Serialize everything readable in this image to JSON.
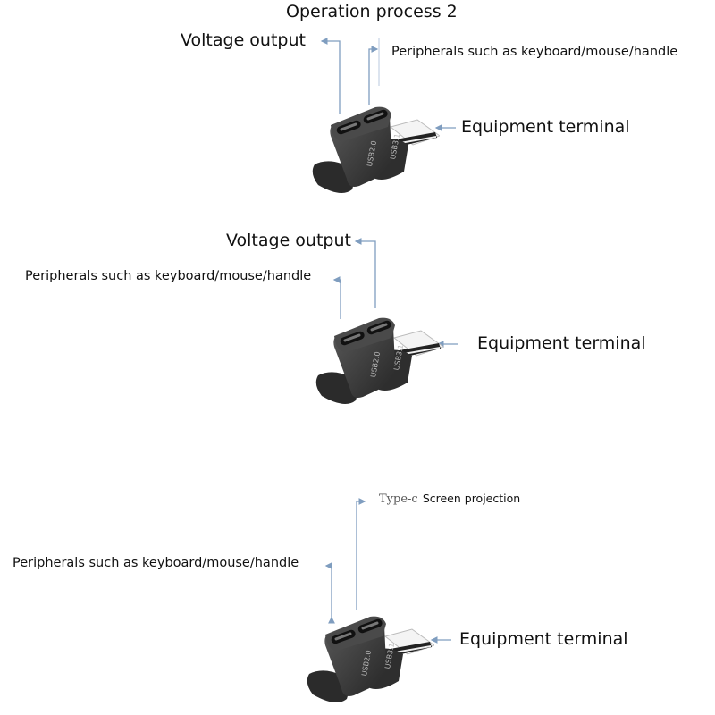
{
  "title": "Operation process 2",
  "colors": {
    "leader_line": "#7f9dbf",
    "device_body": "#3a3a3a",
    "text": "#111111"
  },
  "device": {
    "port_left_label": "USB2.0",
    "port_right_label": "USB3.1"
  },
  "diagrams": [
    {
      "labels": {
        "voltage_output": "Voltage output",
        "peripherals": "Peripherals such as keyboard/mouse/handle",
        "equipment_terminal": "Equipment terminal"
      }
    },
    {
      "labels": {
        "voltage_output": "Voltage output",
        "peripherals": "Peripherals such as keyboard/mouse/handle",
        "equipment_terminal": "Equipment terminal"
      }
    },
    {
      "labels": {
        "typec_prefix": "Type-c",
        "screen_projection": "Screen projection",
        "peripherals": "Peripherals such as keyboard/mouse/handle",
        "equipment_terminal": "Equipment terminal"
      }
    }
  ]
}
